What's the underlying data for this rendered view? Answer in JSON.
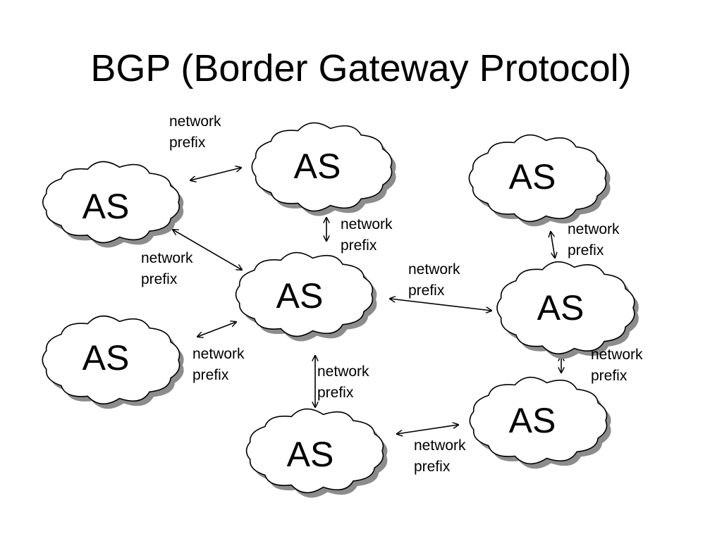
{
  "slide": {
    "title": "BGP (Border Gateway Protocol)"
  },
  "nodes": [
    {
      "id": "as-top-left",
      "label": "AS"
    },
    {
      "id": "as-top-center",
      "label": "AS"
    },
    {
      "id": "as-top-right",
      "label": "AS"
    },
    {
      "id": "as-center",
      "label": "AS"
    },
    {
      "id": "as-bottom-left",
      "label": "AS"
    },
    {
      "id": "as-right",
      "label": "AS"
    },
    {
      "id": "as-bottom-center",
      "label": "AS"
    },
    {
      "id": "as-bottom-right",
      "label": "AS"
    }
  ],
  "edges": [
    {
      "from": "as-top-left",
      "to": "as-top-center",
      "label_line1": "network",
      "label_line2": "prefix"
    },
    {
      "from": "as-top-center",
      "to": "as-center",
      "label_line1": "network",
      "label_line2": "prefix"
    },
    {
      "from": "as-top-left",
      "to": "as-center",
      "label_line1": "network",
      "label_line2": "prefix"
    },
    {
      "from": "as-center",
      "to": "as-right",
      "label_line1": "network",
      "label_line2": "prefix"
    },
    {
      "from": "as-top-right",
      "to": "as-right",
      "label_line1": "network",
      "label_line2": "prefix"
    },
    {
      "from": "as-bottom-left",
      "to": "as-center",
      "label_line1": "network",
      "label_line2": "prefix"
    },
    {
      "from": "as-center",
      "to": "as-bottom-center",
      "label_line1": "network",
      "label_line2": "prefix"
    },
    {
      "from": "as-right",
      "to": "as-bottom-right",
      "label_line1": "network",
      "label_line2": "prefix"
    },
    {
      "from": "as-bottom-center",
      "to": "as-bottom-right",
      "label_line1": "network",
      "label_line2": "prefix"
    }
  ]
}
